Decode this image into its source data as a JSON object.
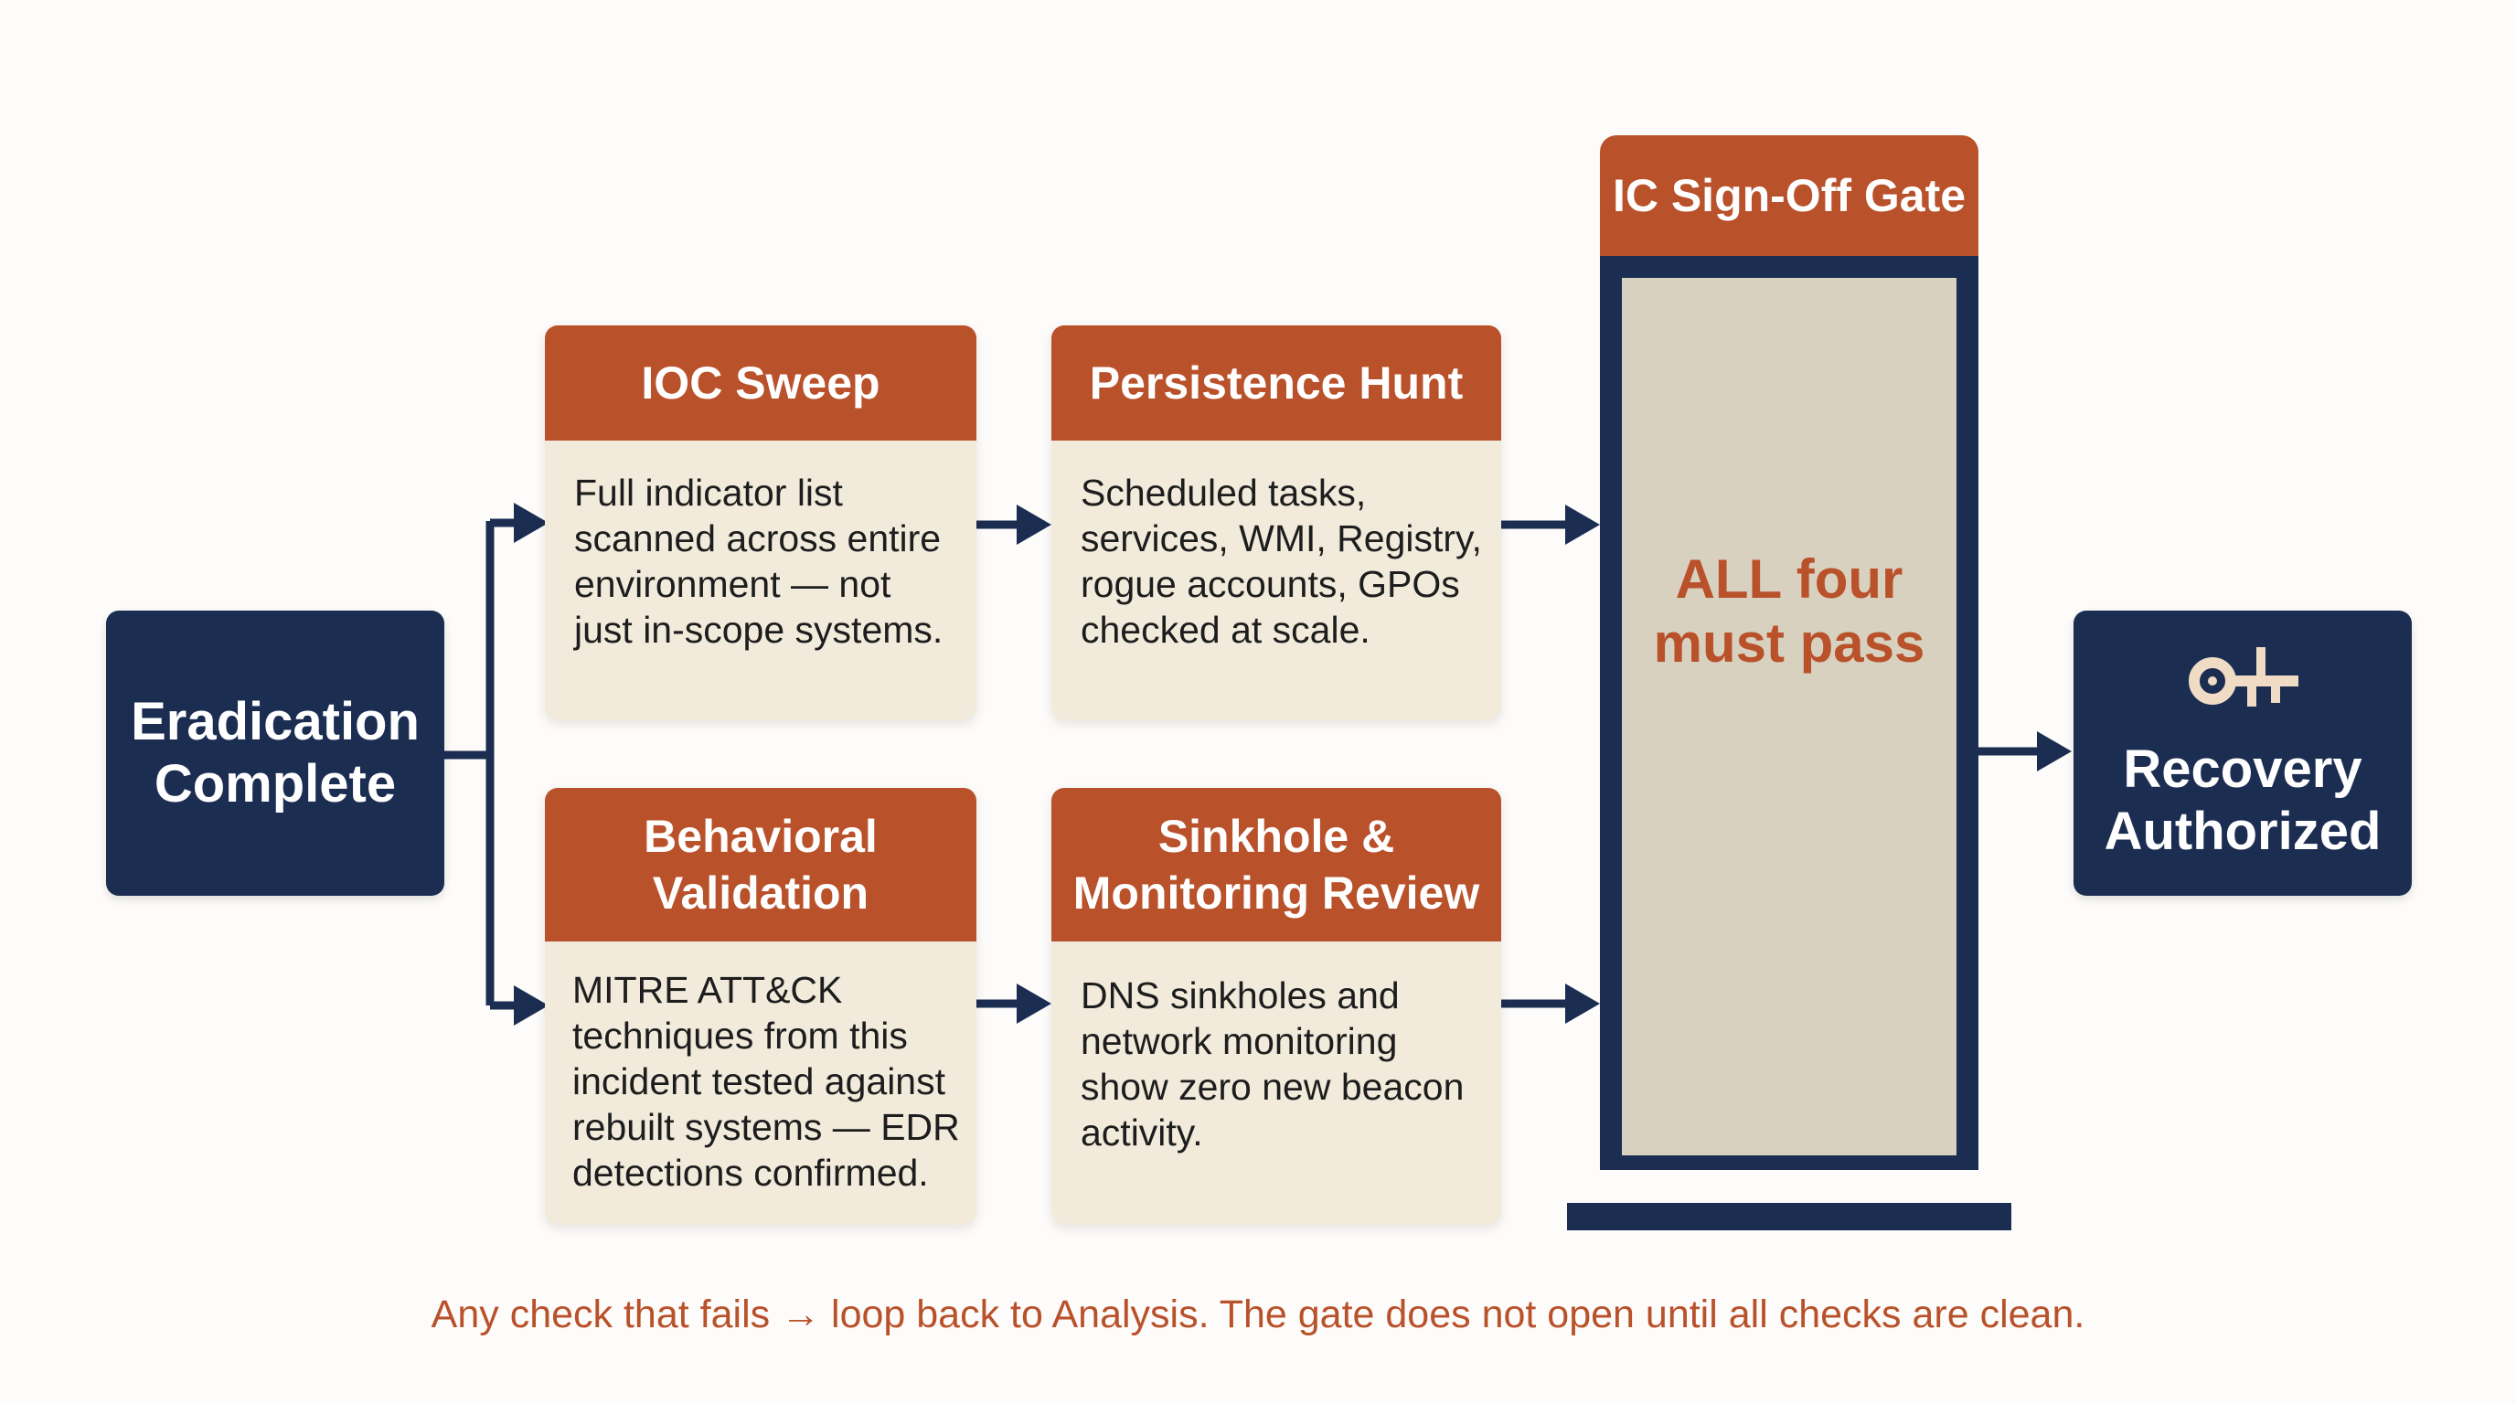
{
  "start": {
    "lines": [
      "Eradication",
      "Complete"
    ]
  },
  "checks": [
    {
      "title_lines": [
        "IOC Sweep"
      ],
      "body_lines": [
        "Full indicator list",
        "scanned across entire",
        "environment — not",
        "just in-scope systems."
      ]
    },
    {
      "title_lines": [
        "Persistence Hunt"
      ],
      "body_lines": [
        "Scheduled tasks,",
        "services, WMI, Registry,",
        "rogue accounts, GPOs",
        "checked at scale."
      ]
    },
    {
      "title_lines": [
        "Behavioral",
        "Validation"
      ],
      "body_lines": [
        "MITRE ATT&CK",
        "techniques from this",
        "incident tested against",
        "rebuilt systems — EDR",
        "detections confirmed."
      ]
    },
    {
      "title_lines": [
        "Sinkhole &",
        "Monitoring Review"
      ],
      "body_lines": [
        "DNS sinkholes and",
        "network monitoring",
        "show zero new beacon",
        "activity."
      ]
    }
  ],
  "gate": {
    "title": "IC Sign-Off Gate",
    "message_lines": [
      "ALL four",
      "must pass"
    ]
  },
  "end": {
    "icon": "key-icon",
    "lines": [
      "Recovery",
      "Authorized"
    ]
  },
  "footer_note": "Any check that fails → loop back to Analysis. The gate does not open until all checks are clean.",
  "colors": {
    "navy": "#1c2d52",
    "rust": "#b9512a",
    "cream": "#f2ebdc",
    "gate_panel": "#d8d1c0",
    "key": "#f0dcc4"
  }
}
